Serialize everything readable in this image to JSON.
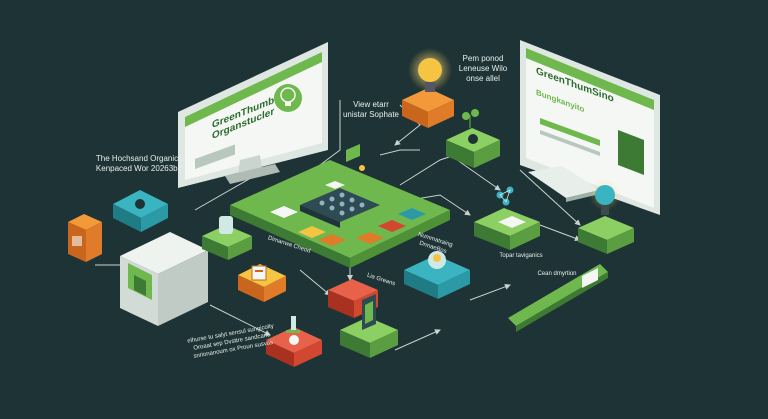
{
  "labels": {
    "monitor_left_title": "GreenThumb\nOrganstucler",
    "monitor_right_title": "GreenThumSino",
    "monitor_right_subtitle": "Bungkanyito",
    "topleft_caption": "The Hochsand Organics\nKenpaced Wor 20263b2",
    "view_caption": "View etarr\nunistar Sophate",
    "bulb_caption": "Pem ponod\nLeneuse Wilo\nonse allel",
    "board_left_caption": "Dimanwa Cheod",
    "board_right_caption": "Nummatraing\nDrmaeBos",
    "topar_caption": "Topar taviganics",
    "cean_caption": "Cean dmyrtion",
    "lia_caption": "Lia Greans",
    "bottom_caption": "elhurse tu salyt sensul sungicolty\nOroaat sep Dvsttre sandcane\nsnrionanoum ox Proun susvas"
  },
  "colors": {
    "background": "#1e3336",
    "accent_green": "#6fb84e",
    "dark_green": "#3d7a34",
    "orange": "#e07b2a",
    "teal": "#2b9aa6",
    "red": "#d2472f",
    "bulb_yellow": "#f6c443"
  },
  "icons": [
    "lightbulb-icon",
    "plant-icon",
    "chip-icon",
    "keyboard-icon",
    "monitor-icon",
    "microscope-icon",
    "calendar-icon",
    "nodes-icon"
  ]
}
